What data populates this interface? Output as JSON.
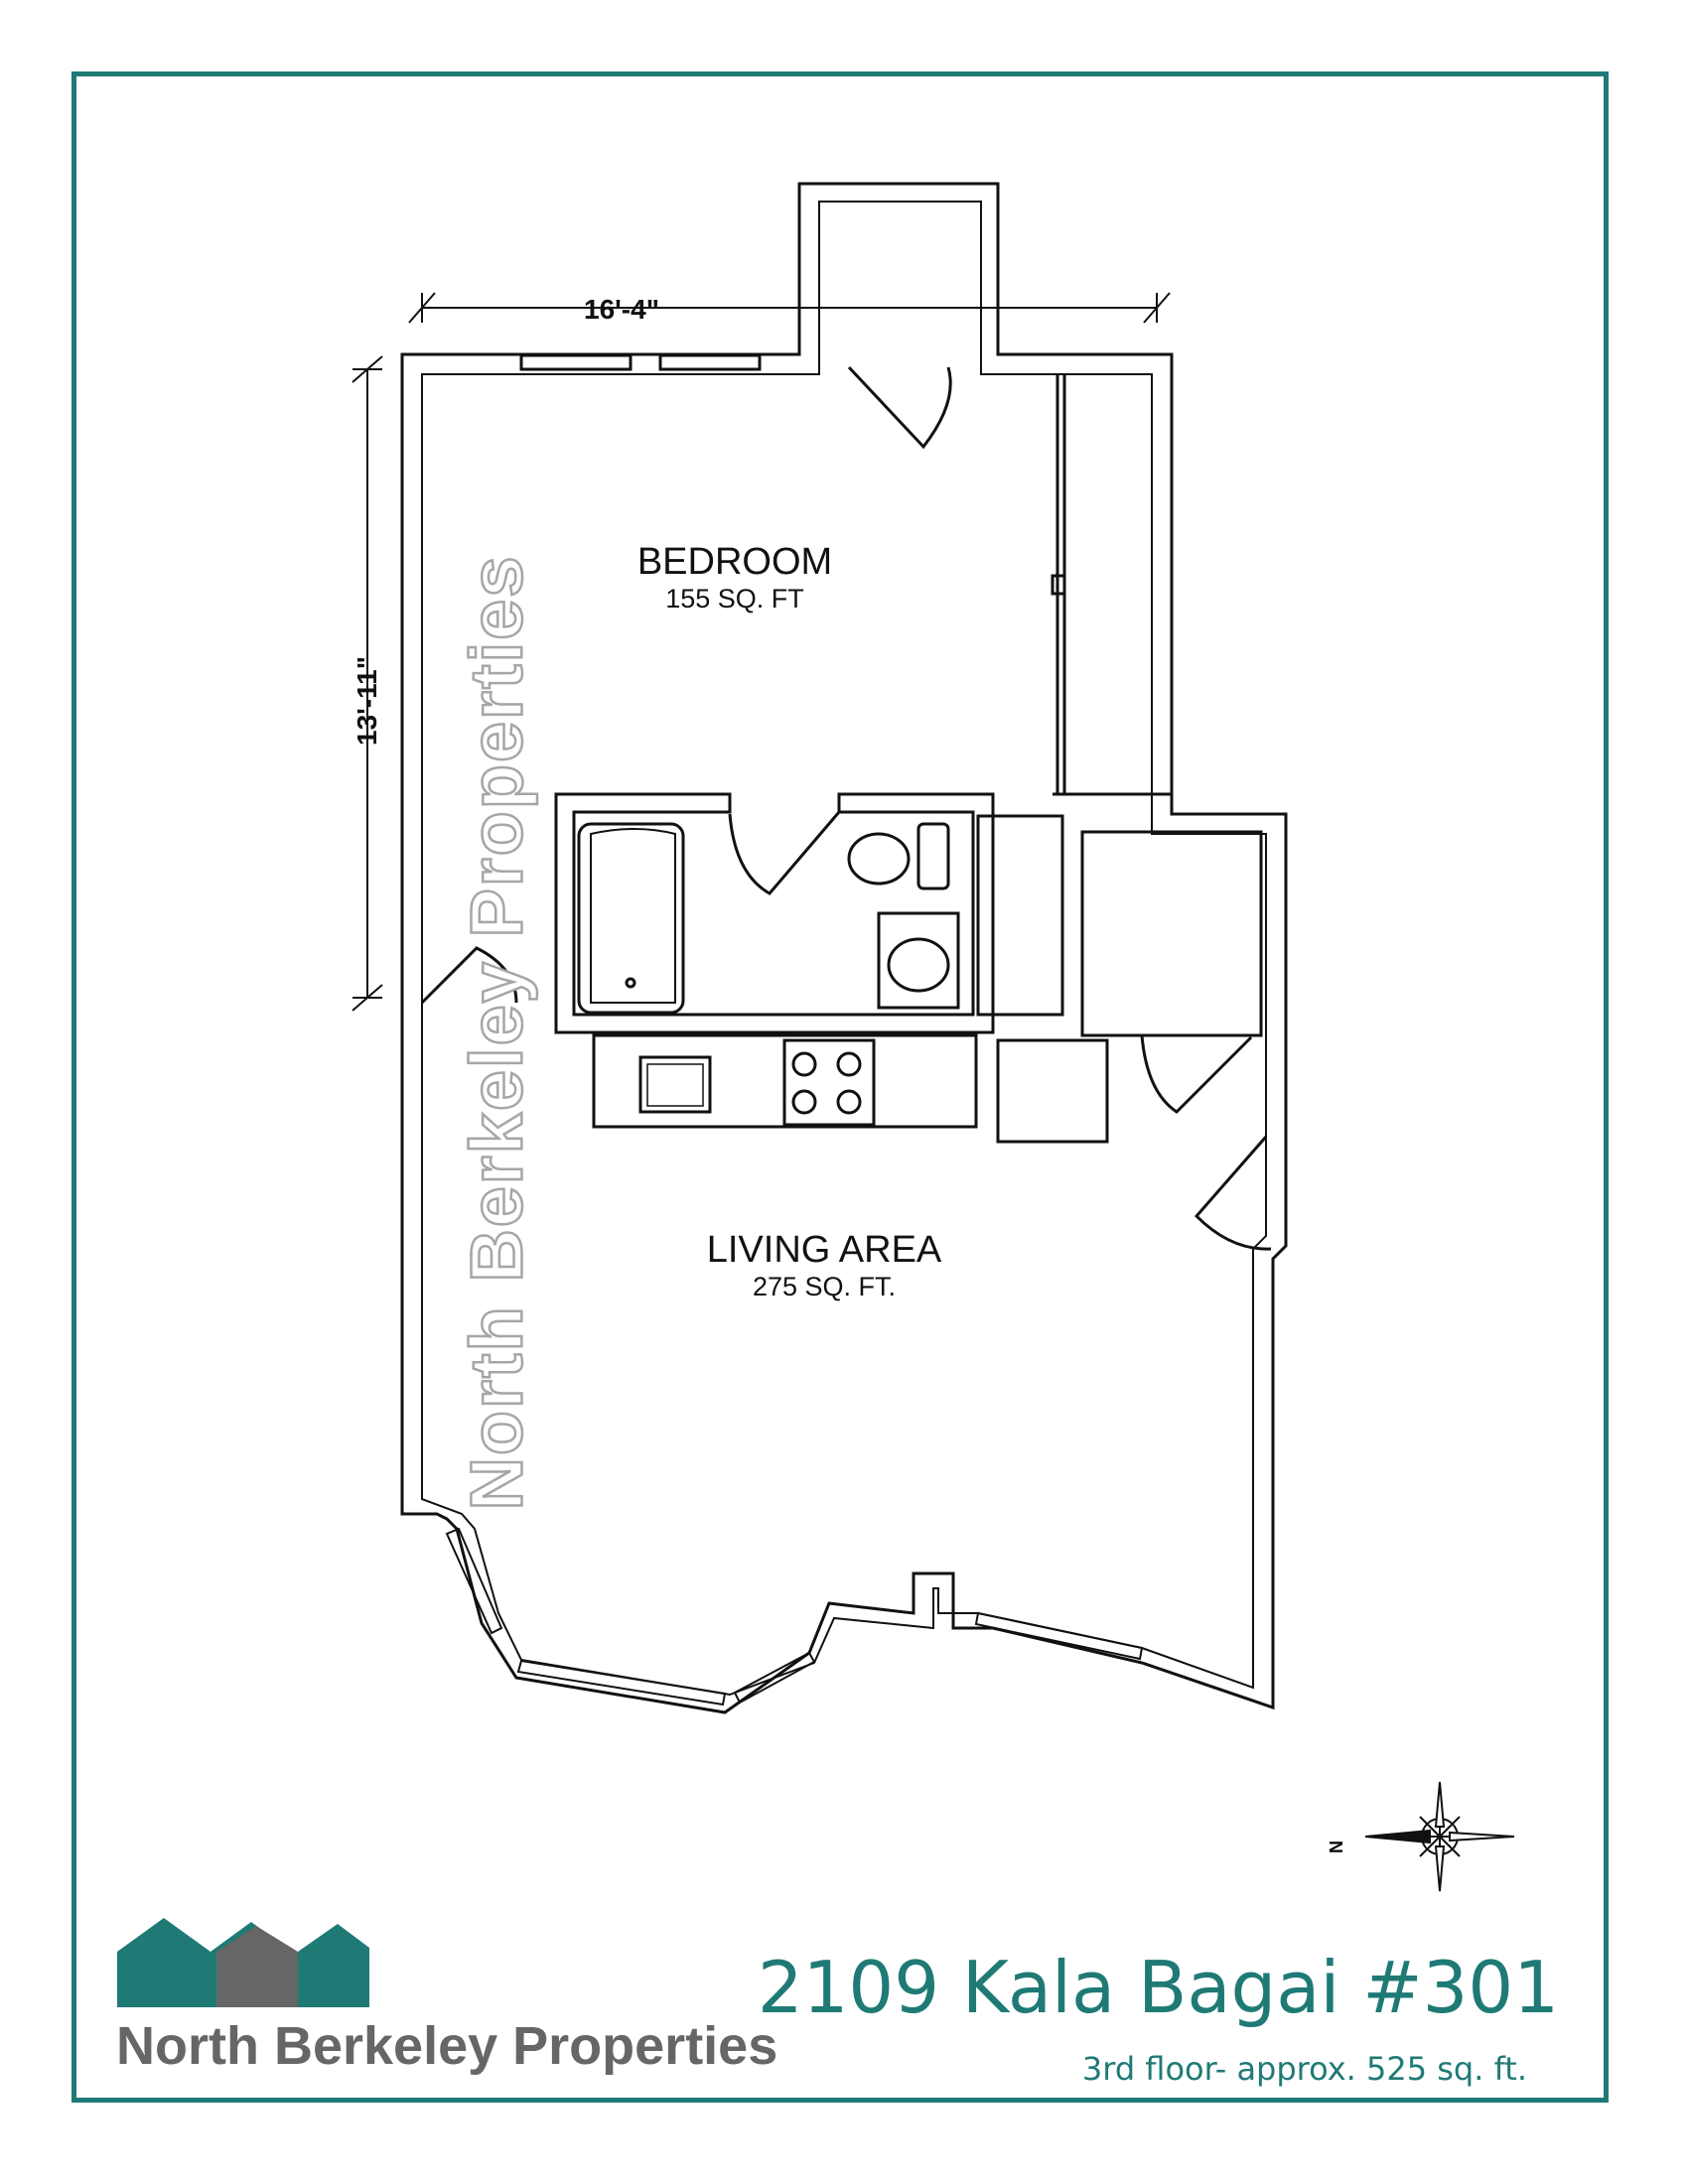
{
  "plan": {
    "dimensions": {
      "width": "16'-4\"",
      "height": "13'-11\""
    },
    "rooms": [
      {
        "name": "BEDROOM",
        "area": "155 SQ. FT"
      },
      {
        "name": "LIVING AREA",
        "area": "275 SQ. FT."
      }
    ],
    "watermark": "North Berkeley Properties",
    "compass_label": "N"
  },
  "branding": {
    "company": "North Berkeley Properties",
    "colors": {
      "teal": "#1f7a75",
      "gray": "#666666"
    }
  },
  "listing": {
    "address": "2109 Kala Bagai #301",
    "subtitle": "3rd floor- approx. 525 sq. ft."
  }
}
